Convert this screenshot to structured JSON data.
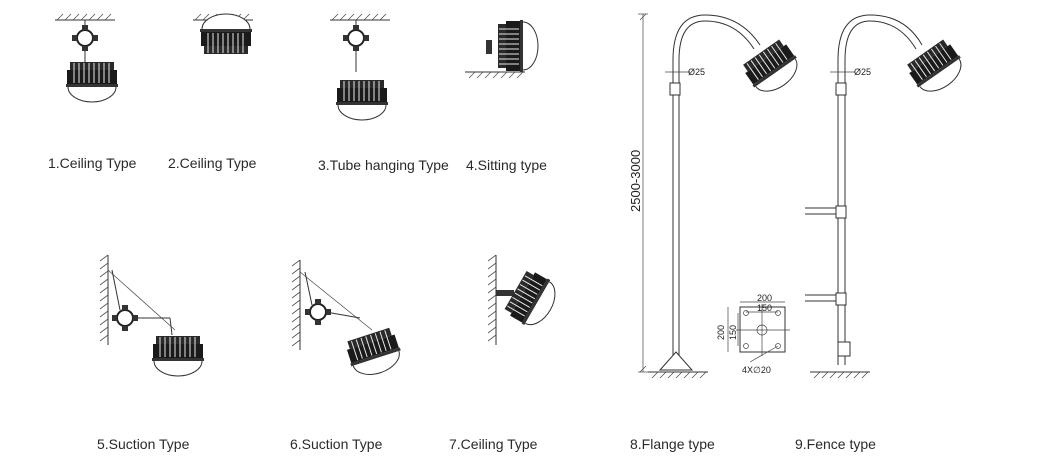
{
  "labels": {
    "t1": "1.Ceiling  Type",
    "t2": "2.Ceiling  Type",
    "t3": "3.Tube hanging Type",
    "t4": "4.Sitting type",
    "t5": "5.Suction Type",
    "t6": "6.Suction Type",
    "t7": "7.Ceiling  Type",
    "t8": "8.Flange type",
    "t9": "9.Fence type"
  },
  "dimensions": {
    "pole_height": "2500-3000",
    "pipe_dia_flange": "Ø25",
    "pipe_dia_fence": "Ø25",
    "flange_outer": "200",
    "flange_inner": "150",
    "flange_side_outer": "200",
    "flange_side_inner": "150",
    "holes": "4X∅20"
  }
}
